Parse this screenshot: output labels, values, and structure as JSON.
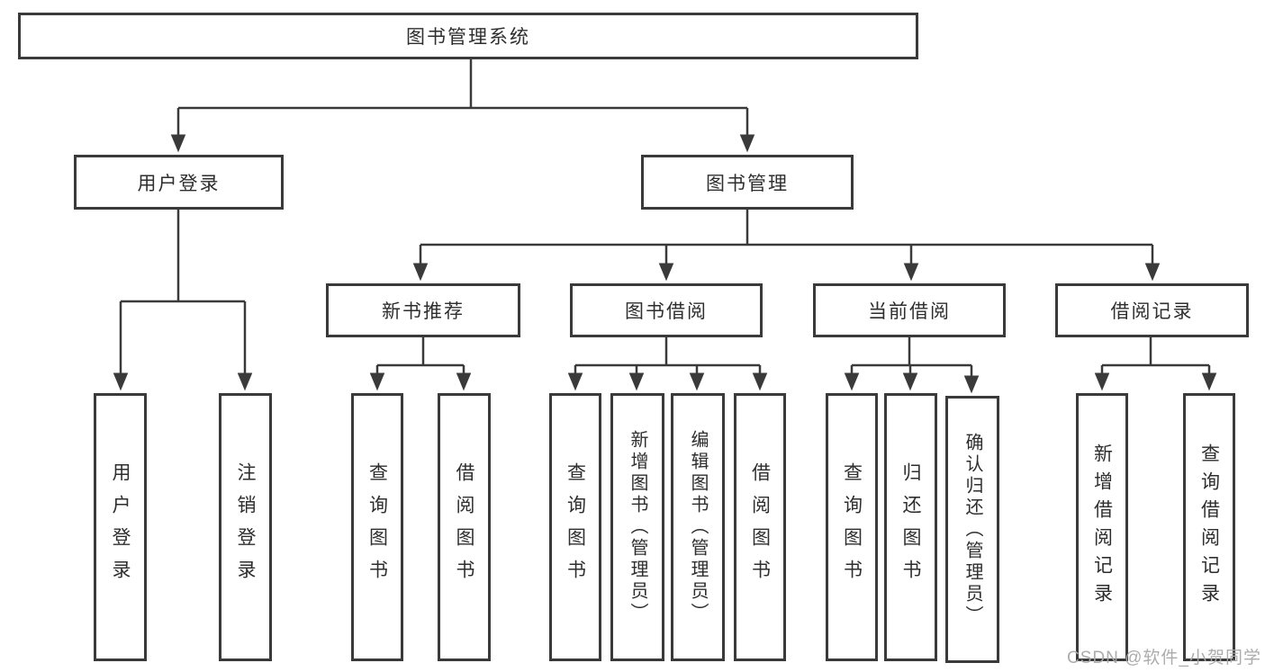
{
  "colors": {
    "line": "#3a3a3a",
    "box_border": "#3a3a3a",
    "box_fill": "#ffffff",
    "text": "#2e2e2e",
    "watermark": "#a8a8a8",
    "background": "#ffffff"
  },
  "diagram": {
    "type": "hierarchy-tree",
    "root": {
      "label": "图书管理系统"
    },
    "level2": [
      {
        "label": "用户登录",
        "parent": "图书管理系统"
      },
      {
        "label": "图书管理",
        "parent": "图书管理系统"
      }
    ],
    "level3": [
      {
        "label": "新书推荐",
        "parent": "图书管理"
      },
      {
        "label": "图书借阅",
        "parent": "图书管理"
      },
      {
        "label": "当前借阅",
        "parent": "图书管理"
      },
      {
        "label": "借阅记录",
        "parent": "图书管理"
      }
    ],
    "leaves": [
      {
        "label": "用户登录",
        "parent": "用户登录"
      },
      {
        "label": "注销登录",
        "parent": "用户登录"
      },
      {
        "label": "查询图书",
        "parent": "新书推荐"
      },
      {
        "label": "借阅图书",
        "parent": "新书推荐"
      },
      {
        "label": "查询图书",
        "parent": "图书借阅"
      },
      {
        "label": "新增图书（管理员）",
        "parent": "图书借阅"
      },
      {
        "label": "编辑图书（管理员）",
        "parent": "图书借阅"
      },
      {
        "label": "借阅图书",
        "parent": "图书借阅"
      },
      {
        "label": "查询图书",
        "parent": "当前借阅"
      },
      {
        "label": "归还图书",
        "parent": "当前借阅"
      },
      {
        "label": "确认归还（管理员）",
        "parent": "当前借阅"
      },
      {
        "label": "新增借阅记录",
        "parent": "借阅记录"
      },
      {
        "label": "查询借阅记录",
        "parent": "借阅记录"
      }
    ]
  },
  "watermark": {
    "text": "CSDN @软件_小贺同学"
  }
}
